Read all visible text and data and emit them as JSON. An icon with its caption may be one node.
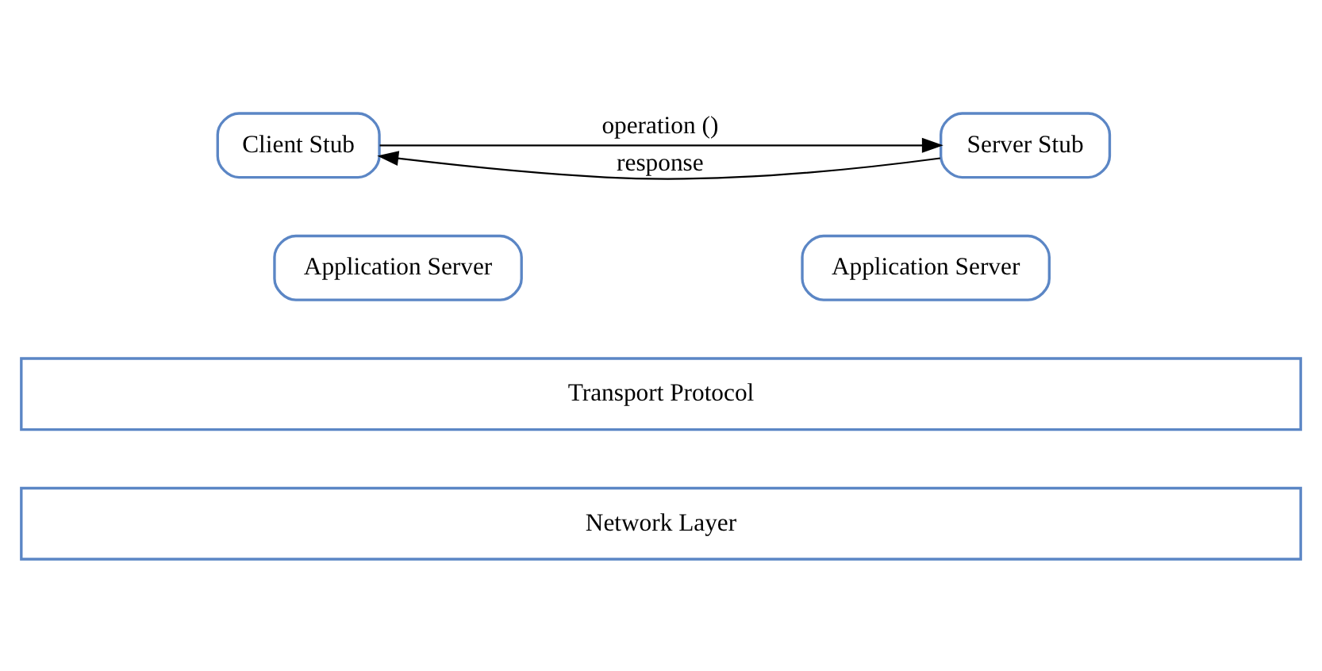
{
  "diagram": {
    "nodes": [
      {
        "text": [
          "Client Stub"
        ]
      },
      {
        "text": [
          "Server Stub"
        ]
      },
      {
        "text": [
          "Application Server"
        ]
      },
      {
        "text": [
          "Application Server"
        ]
      },
      {
        "text": [
          "Transport Protocol"
        ]
      },
      {
        "text": [
          "Network Layer"
        ]
      }
    ],
    "edges": [
      {
        "from": 0,
        "to": 1,
        "arrow": "to",
        "label": "operation ()"
      },
      {
        "from": 1,
        "to": 0,
        "arrow": "to",
        "label": "response"
      }
    ]
  }
}
